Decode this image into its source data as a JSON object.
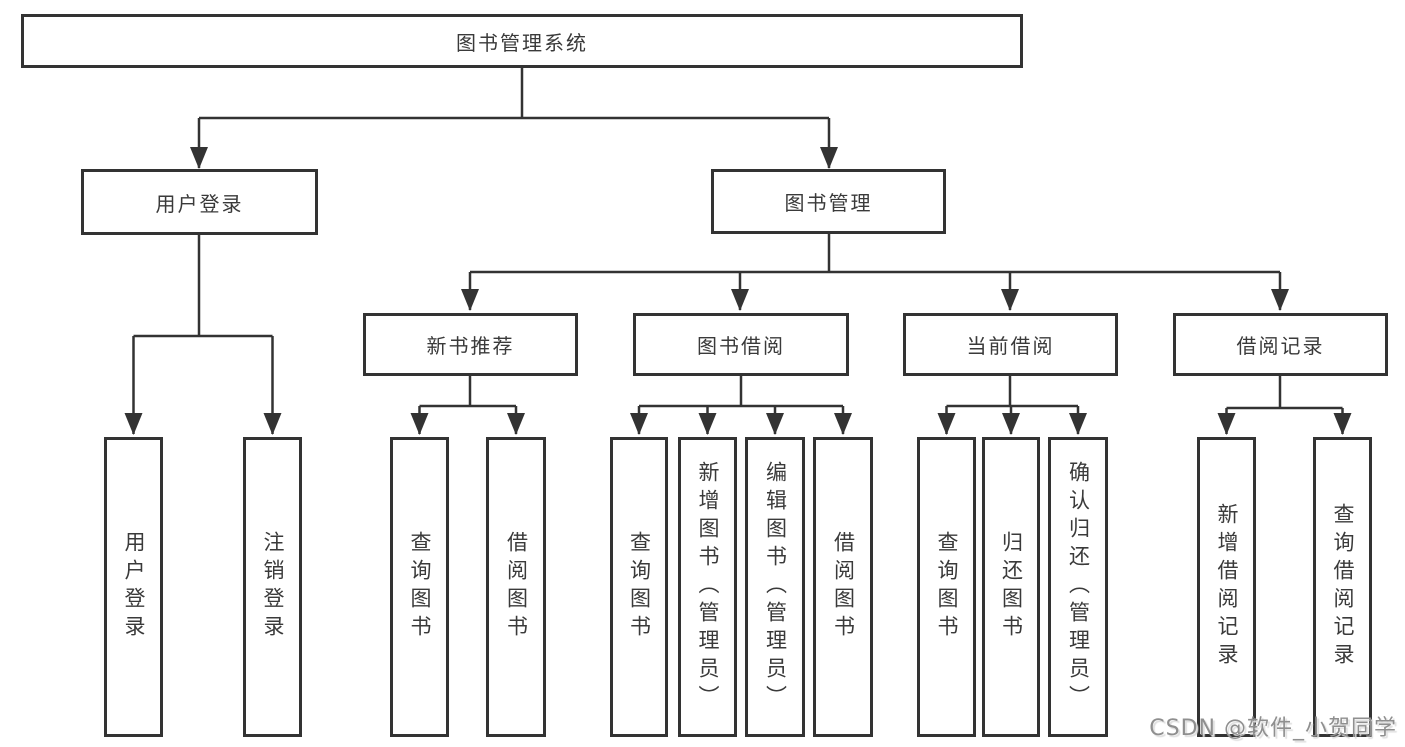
{
  "diagram": {
    "type": "hierarchy-tree",
    "tree": {
      "label": "图书管理系统",
      "children": [
        {
          "label": "用户登录",
          "children": [
            {
              "label": "用户登录"
            },
            {
              "label": "注销登录"
            }
          ]
        },
        {
          "label": "图书管理",
          "children": [
            {
              "label": "新书推荐",
              "children": [
                {
                  "label": "查询图书"
                },
                {
                  "label": "借阅图书"
                }
              ]
            },
            {
              "label": "图书借阅",
              "children": [
                {
                  "label": "查询图书"
                },
                {
                  "label": "新增图书（管理员）"
                },
                {
                  "label": "编辑图书（管理员）"
                },
                {
                  "label": "借阅图书"
                }
              ]
            },
            {
              "label": "当前借阅",
              "children": [
                {
                  "label": "查询图书"
                },
                {
                  "label": "归还图书"
                },
                {
                  "label": "确认归还（管理员）"
                }
              ]
            },
            {
              "label": "借阅记录",
              "children": [
                {
                  "label": "新增借阅记录"
                },
                {
                  "label": "查询借阅记录"
                }
              ]
            }
          ]
        }
      ]
    },
    "colors": {
      "line": "#333333",
      "box_border": "#333333",
      "box_fill": "#ffffff",
      "text": "#3a3a3a",
      "watermark_text": "#8f8f8f",
      "background": "#ffffff"
    }
  },
  "watermark": {
    "text": "CSDN @软件_小贺同学"
  }
}
